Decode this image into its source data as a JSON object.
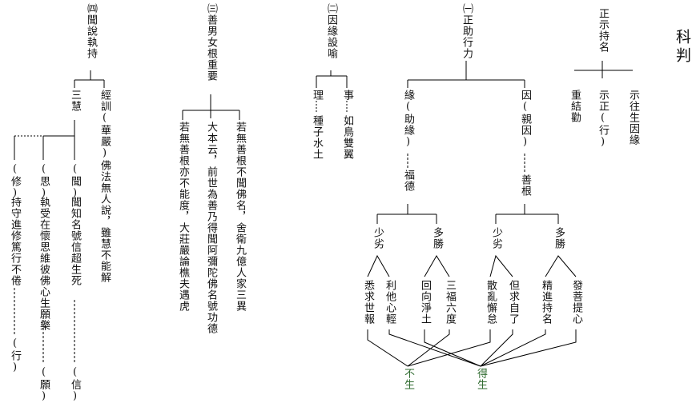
{
  "page_title": "科判",
  "s0": {
    "head": "正示持名",
    "b1": "示往生因緣",
    "b2": "示正(行)",
    "b3": "重結勸"
  },
  "s1": {
    "head": "㈠正助行力",
    "left": {
      "label": "因(親因)",
      "sub": "善根",
      "more": {
        "label": "多勝",
        "items": [
          "發菩提心",
          "精進持名"
        ]
      },
      "less": {
        "label": "少劣",
        "items": [
          "但求自了",
          "散亂懈怠"
        ]
      }
    },
    "right": {
      "label": "緣(助緣)",
      "sub": "福德",
      "more": {
        "label": "多勝",
        "items": [
          "三福六度",
          "回向淨土"
        ]
      },
      "less": {
        "label": "少劣",
        "items": [
          "利他心輕",
          "悉求世報"
        ]
      }
    },
    "result_de": "得生",
    "result_bu": "不生"
  },
  "s2": {
    "head": "㈡因緣設喻",
    "shi": "事",
    "shi_text": "如鳥雙翼",
    "li": "理",
    "li_text": "種子水土"
  },
  "s3": {
    "head": "㈢善男女根重要",
    "c1": "若無善根不聞佛名，舍衛九億人家三異",
    "c2": "大本云，前世為善乃得聞阿彌陀佛名號功德",
    "c3": "若無善根亦不能度，大莊嚴論樵夫遇虎"
  },
  "s4": {
    "head": "㈣聞說執持",
    "jing": "經訓(華嚴)佛法無人說，雖慧不能解",
    "sanhui": "三慧",
    "wen": "(聞)",
    "wen_text": "聞知名號信超生死",
    "wen_end": "(信)",
    "si": "(思)",
    "si_text": "執受在懷思維彼佛心生願樂",
    "si_end": "(願)",
    "xiu": "(修)",
    "xiu_text": "持守進修篤行不倦",
    "xiu_end": "(行)"
  }
}
